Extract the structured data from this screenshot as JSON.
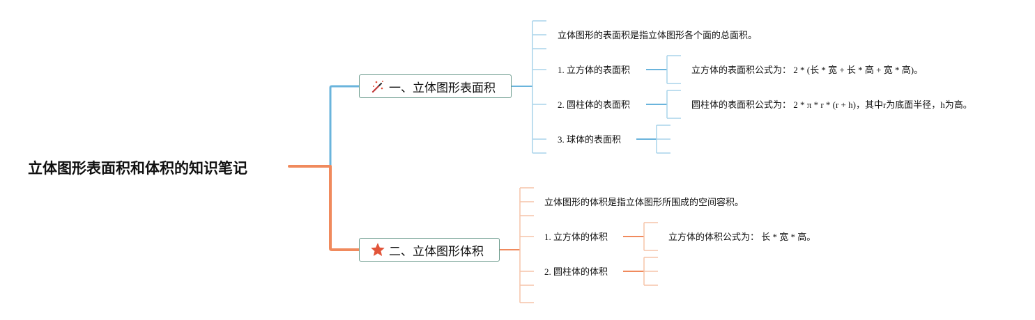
{
  "root": {
    "title": "立体图形表面积和体积的知识笔记"
  },
  "branches": [
    {
      "label": "一、立体图形表面积",
      "icon": "magic-wand-icon",
      "color": "#6ab4dc",
      "items": [
        {
          "text": "立体图形的表面积是指立体图形各个面的总面积。"
        },
        {
          "text": "1. 立方体的表面积",
          "detail": "立方体的表面积公式为： 2 * (长 * 宽 + 长 * 高 + 宽 * 高)。"
        },
        {
          "text": "2. 圆柱体的表面积",
          "detail": "圆柱体的表面积公式为： 2 * π * r * (r + h)，其中r为底面半径，h为高。"
        },
        {
          "text": "3. 球体的表面积",
          "detail": ""
        }
      ]
    },
    {
      "label": "二、立体图形体积",
      "icon": "star-icon",
      "color": "#f08a5d",
      "items": [
        {
          "text": "立体图形的体积是指立体图形所围成的空间容积。"
        },
        {
          "text": "1. 立方体的体积",
          "detail": "立方体的体积公式为： 长 * 宽 * 高。"
        },
        {
          "text": "2. 圆柱体的体积",
          "detail": ""
        }
      ]
    }
  ]
}
